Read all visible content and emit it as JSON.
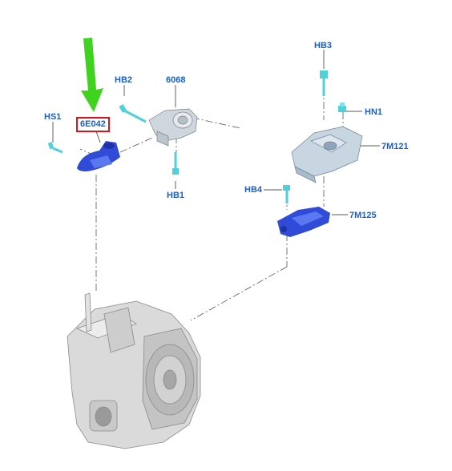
{
  "colors": {
    "callout_text": "#1a5fc8",
    "highlight_box": "#d9141b",
    "arrow": "#3fd21f",
    "part_blue": "#2f4bd8",
    "part_blue_light": "#5c78f0",
    "part_cyan": "#4fd1d9",
    "part_gray": "#cfd6de",
    "housing_gray": "#dadada",
    "leader_line": "#555555"
  },
  "callouts": {
    "hs1": "HS1",
    "part_6e042": "6E042",
    "hb2": "HB2",
    "part_6068": "6068",
    "hb1": "HB1",
    "hb3": "HB3",
    "hn1": "HN1",
    "part_7m121": "7M121",
    "hb4": "HB4",
    "part_7m125": "7M125"
  },
  "highlighted_part": "6E042",
  "icons": {
    "pointer": "green-arrow-down-icon",
    "bolts": "bolt-icon",
    "nut": "nut-icon"
  }
}
